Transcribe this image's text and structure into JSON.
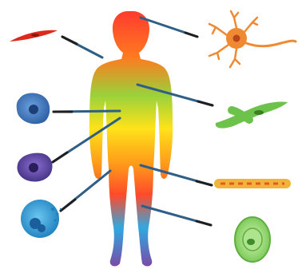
{
  "figure": {
    "colors": {
      "background": "#ffffff",
      "leader_line": "#2f5f86",
      "leader_tip": "#1f1f1f",
      "body_gradient": [
        "#ff3b2e",
        "#ffa21a",
        "#ffe21a",
        "#86d33a",
        "#1fa7e0",
        "#7a4aa6"
      ]
    },
    "body": {
      "name": "human-body-silhouette"
    },
    "cells": [
      {
        "name": "smooth-muscle-cell",
        "color": "#dc2a1c"
      },
      {
        "name": "nerve-cell",
        "color": "#ef8a32"
      },
      {
        "name": "blood-cell-blue",
        "color": "#2e63a6"
      },
      {
        "name": "bone-cell-green",
        "color": "#6cc24a"
      },
      {
        "name": "cell-purple",
        "color": "#5a3e9a"
      },
      {
        "name": "skeletal-muscle-fiber",
        "color": "#f2b33a"
      },
      {
        "name": "stem-cell-blue",
        "color": "#2f9ed6"
      },
      {
        "name": "plant-like-green-cell",
        "color": "#74c74a"
      }
    ]
  }
}
